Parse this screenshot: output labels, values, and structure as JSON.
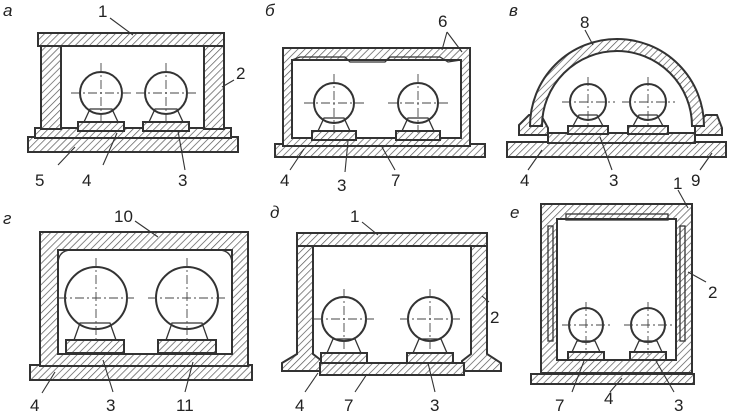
{
  "panels": [
    {
      "id": "a",
      "letter": "а",
      "numbers": [
        "1",
        "2",
        "5",
        "4",
        "3"
      ]
    },
    {
      "id": "b",
      "letter": "б",
      "numbers": [
        "6",
        "4",
        "3",
        "7"
      ]
    },
    {
      "id": "v",
      "letter": "в",
      "numbers": [
        "8",
        "4",
        "3",
        "9"
      ]
    },
    {
      "id": "g",
      "letter": "г",
      "numbers": [
        "10",
        "4",
        "3",
        "11"
      ]
    },
    {
      "id": "d",
      "letter": "д",
      "numbers": [
        "1",
        "2",
        "4",
        "7",
        "3"
      ]
    },
    {
      "id": "e",
      "letter": "е",
      "numbers": [
        "1",
        "2",
        "7",
        "4",
        "3"
      ]
    }
  ],
  "colors": {
    "line": "#333333",
    "hatch": "#555555",
    "background": "#ffffff"
  }
}
